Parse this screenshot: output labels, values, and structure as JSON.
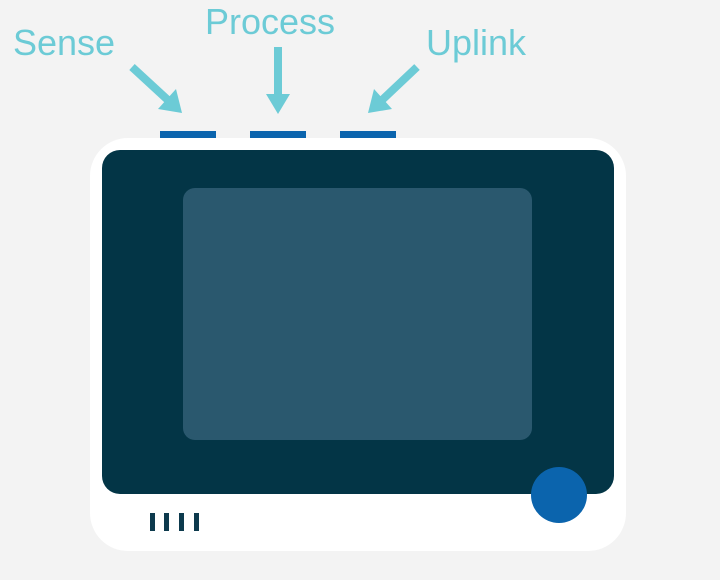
{
  "labels": {
    "sense": "Sense",
    "process": "Process",
    "uplink": "Uplink"
  },
  "device": {
    "top_buttons": [
      "sense",
      "process",
      "uplink"
    ],
    "grille_slots": 4
  },
  "colors": {
    "background": "#f3f3f3",
    "label": "#6ccbd6",
    "arrow": "#6ccbd6",
    "button": "#0b64ad",
    "case": "#ffffff",
    "bezel": "#033546",
    "screen": "#2a586e",
    "home_button": "#0b64ad",
    "grille": "#0d3a4d"
  }
}
